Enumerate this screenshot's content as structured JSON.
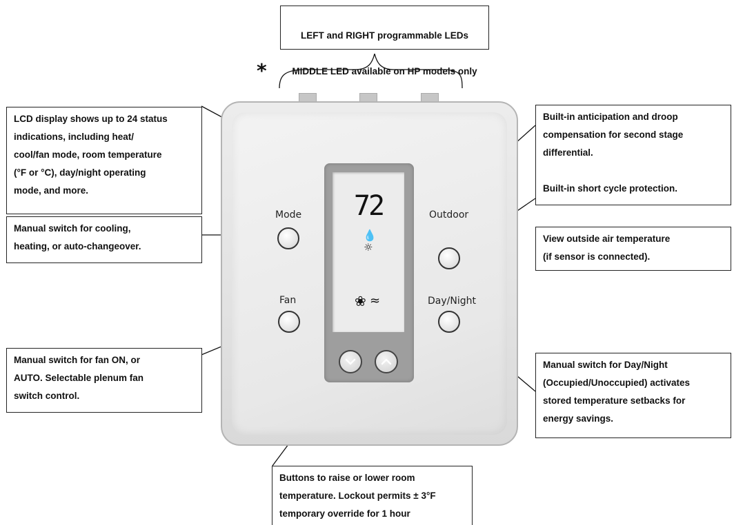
{
  "leds_note": {
    "line1": "LEFT and RIGHT programmable LEDs",
    "line2": "MIDDLE LED available on HP models only",
    "asterisk": "*"
  },
  "callouts": {
    "lcd": "LCD display shows up to 24 status\nindications, including heat/\ncool/fan mode, room temperature\n(°F or °C), day/night operating\nmode, and more.",
    "mode_switch": "Manual switch for cooling,\nheating, or auto-changeover.",
    "fan_switch": "Manual switch for fan ON, or\nAUTO. Selectable plenum fan\nswitch control.",
    "anticipation": "Built-in anticipation and droop\ncompensation for second stage\ndifferential.\n\nBuilt-in short cycle protection.",
    "outdoor": "View outside air temperature\n(if sensor is connected).",
    "day_night": "Manual switch for Day/Night\n(Occupied/Unoccupied) activates\nstored temperature setbacks for\nenergy savings.",
    "arrows": "Buttons to raise or lower room\ntemperature. Lockout permits ± 3°F\ntemporary override for 1 hour"
  },
  "device": {
    "display_temp": "72",
    "buttons": {
      "mode": "Mode",
      "fan": "Fan",
      "outdoor": "Outdoor",
      "day_night": "Day/Night"
    },
    "icons": [
      "flame-icon",
      "sun-icon",
      "fan-icon",
      "heat-waves-icon",
      "down-arrow-icon",
      "up-arrow-icon"
    ]
  }
}
